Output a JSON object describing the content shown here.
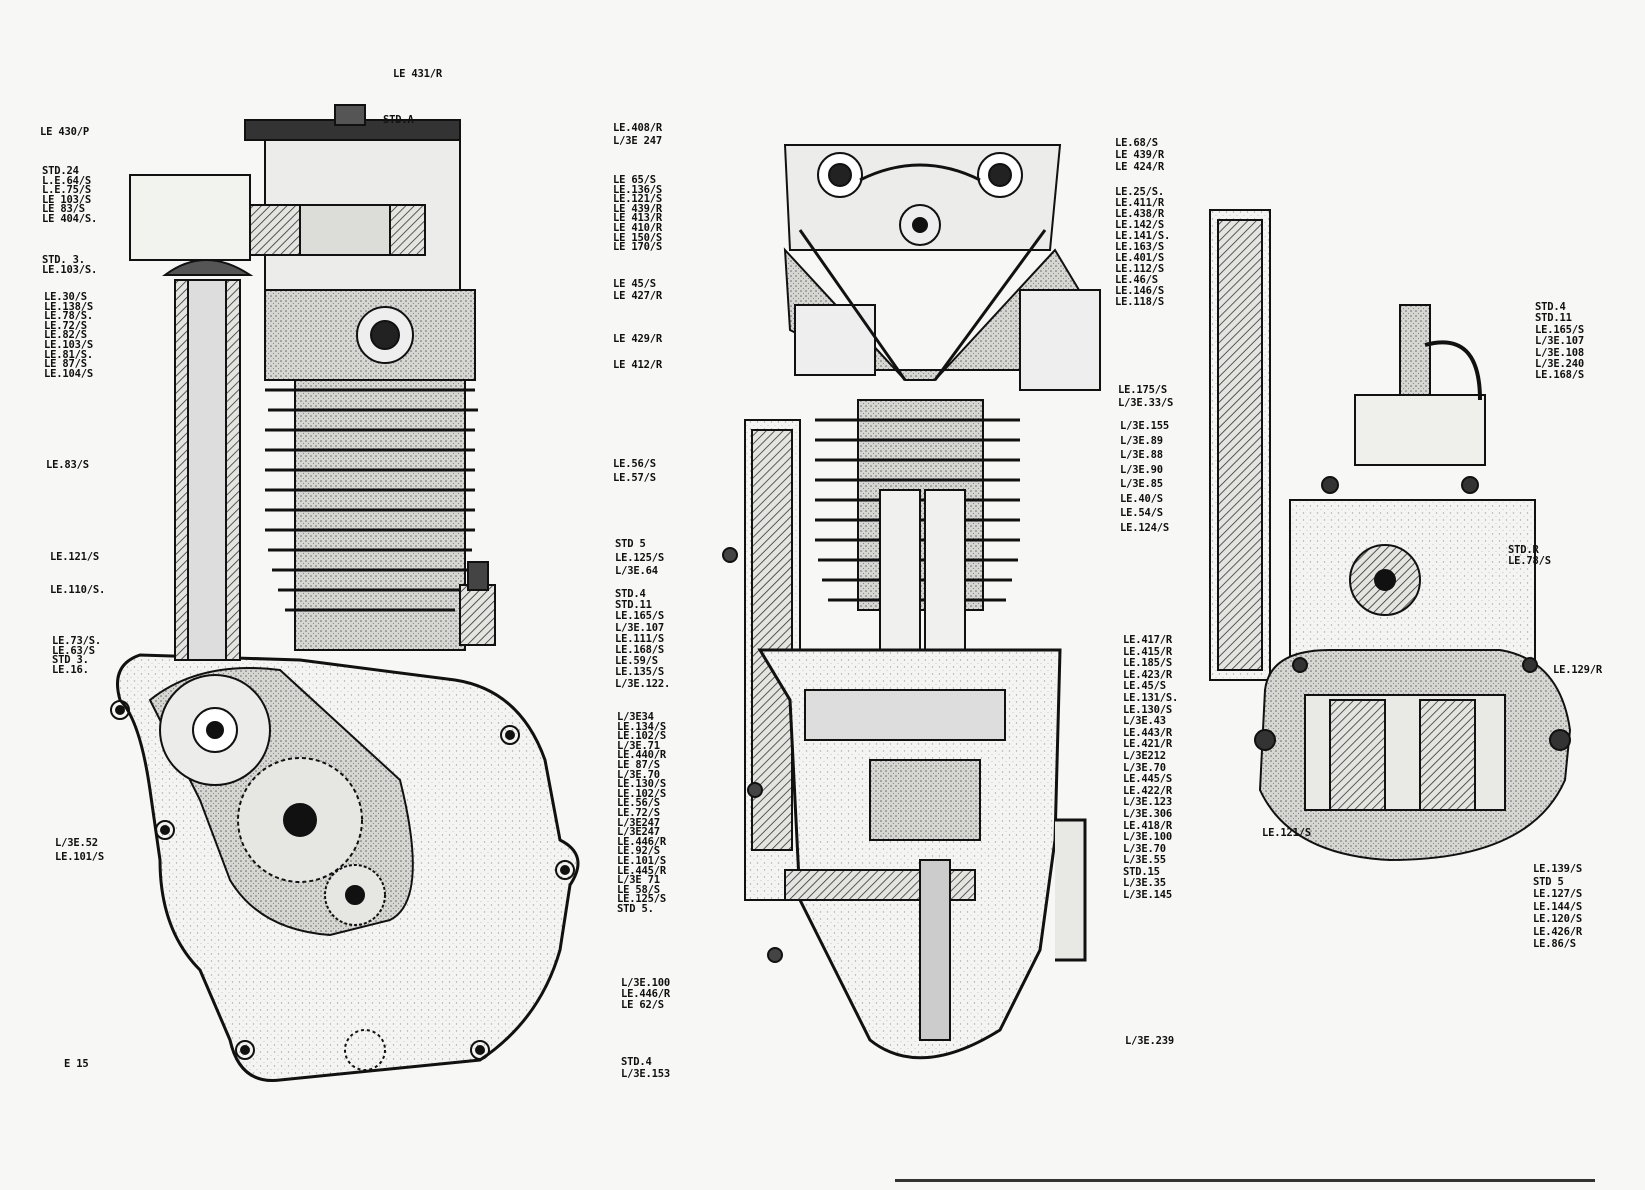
{
  "top_label": "LE 431/R",
  "std_a": "STD.A",
  "page_ref": "E 15",
  "left_edge": {
    "g1": [
      "LE 430/P"
    ],
    "g2": [
      "STD.24",
      "L.E.64/S",
      "L.E.75/S",
      "LE 103/S",
      "LE 83/S",
      "LE 404/S."
    ],
    "g3": [
      "STD. 3.",
      "LE.103/S."
    ],
    "g4": [
      "LE.30/S",
      "LE.138/S",
      "LE.78/S.",
      "LE.72/S",
      "LE.82/S",
      "LE.103/S",
      "LE.81/S.",
      "LE 87/S",
      "LE.104/S"
    ],
    "g5": [
      "LE.83/S"
    ],
    "g6": [
      "LE.121/S"
    ],
    "g7": [
      "LE.110/S."
    ],
    "g8": [
      "LE.73/S.",
      "LE.63/S",
      "STD 3.",
      "LE.16."
    ],
    "g9": [
      "L/3E.52",
      "LE.101/S"
    ]
  },
  "mid_column": {
    "g1": [
      "LE.408/R",
      "L/3E 247"
    ],
    "g2": [
      "LE 65/S",
      "LE.136/S",
      "LE.121/S",
      "LE 439/R",
      "LE 413/R",
      "LE 410/R",
      "LE 150/S",
      "LE 170/S"
    ],
    "g3": [
      "LE 45/S",
      "LE 427/R"
    ],
    "g4": [
      "LE 429/R"
    ],
    "g5": [
      "LE 412/R"
    ],
    "g6": [
      "LE.56/S",
      "LE.57/S"
    ],
    "g7": [
      "STD 5",
      "LE.125/S",
      "L/3E.64"
    ],
    "g8": [
      "STD.4",
      "STD.11",
      "LE.165/S",
      "L/3E.107",
      "LE.111/S",
      "LE.168/S",
      "LE.59/S",
      "LE.135/S",
      "L/3E.122."
    ],
    "g9": [
      "L/3E34",
      "LE.134/S",
      "LE.102/S",
      "L/3E.71",
      "LE.440/R",
      "LE 87/S",
      "L/3E.70",
      "LE.130/S",
      "LE.102/S",
      "LE.56/S",
      "LE.72/S",
      "L/3E247",
      "L/3E247",
      "LE.446/R",
      "LE.92/S",
      "LE.101/S",
      "LE.445/R",
      "L/3E 71",
      "LE 58/S",
      "LE.125/S",
      "STD 5."
    ],
    "g10": [
      "L/3E.100",
      "LE.446/R",
      "LE 62/S"
    ],
    "g11": [
      "STD.4",
      "L/3E.153"
    ]
  },
  "right_column": {
    "g1": [
      "LE.68/S",
      "LE 439/R",
      "LE 424/R"
    ],
    "g2": [
      "LE.25/S.",
      "LE.411/R",
      "LE.438/R",
      "LE.142/S",
      "LE.141/S.",
      "LE.163/S",
      "LE.401/S",
      "LE.112/S",
      "LE.46/S",
      "LE.146/S",
      "LE.118/S"
    ],
    "g3": [
      "LE.175/S",
      "L/3E.33/S"
    ],
    "g4": [
      "L/3E.155",
      "L/3E.89",
      "L/3E.88",
      "L/3E.90",
      "L/3E.85",
      "LE.40/S",
      "LE.54/S",
      "LE.124/S"
    ],
    "g5": [
      "LE.417/R",
      "LE.415/R",
      "LE.185/S",
      "LE.423/R",
      "LE.45/S",
      "LE.131/S.",
      "LE.130/S",
      "L/3E.43",
      "LE.443/R",
      "LE.421/R",
      "L/3E212",
      "L/3E.70",
      "LE.445/S",
      "LE.422/R",
      "L/3E.123",
      "L/3E.306",
      "LE.418/R",
      "L/3E.100",
      "L/3E.70",
      "L/3E.55",
      "STD.15",
      "L/3E.35",
      "L/3E.145"
    ],
    "g6": [
      "L/3E.239"
    ]
  },
  "far_right": {
    "g1": [
      "STD.4",
      "STD.11",
      "LE.165/S",
      "L/3E.107",
      "L/3E.108",
      "L/3E.240",
      "LE.168/S"
    ],
    "g2": [
      "STD.R",
      "LE.78/S"
    ],
    "g3": [
      "LE.129/R"
    ],
    "g4": [
      "LE.121/S"
    ],
    "g5": [
      "LE.139/S",
      "STD 5",
      "LE.127/S",
      "LE.144/S",
      "LE.120/S",
      "LE.426/R",
      "LE.86/S"
    ]
  }
}
